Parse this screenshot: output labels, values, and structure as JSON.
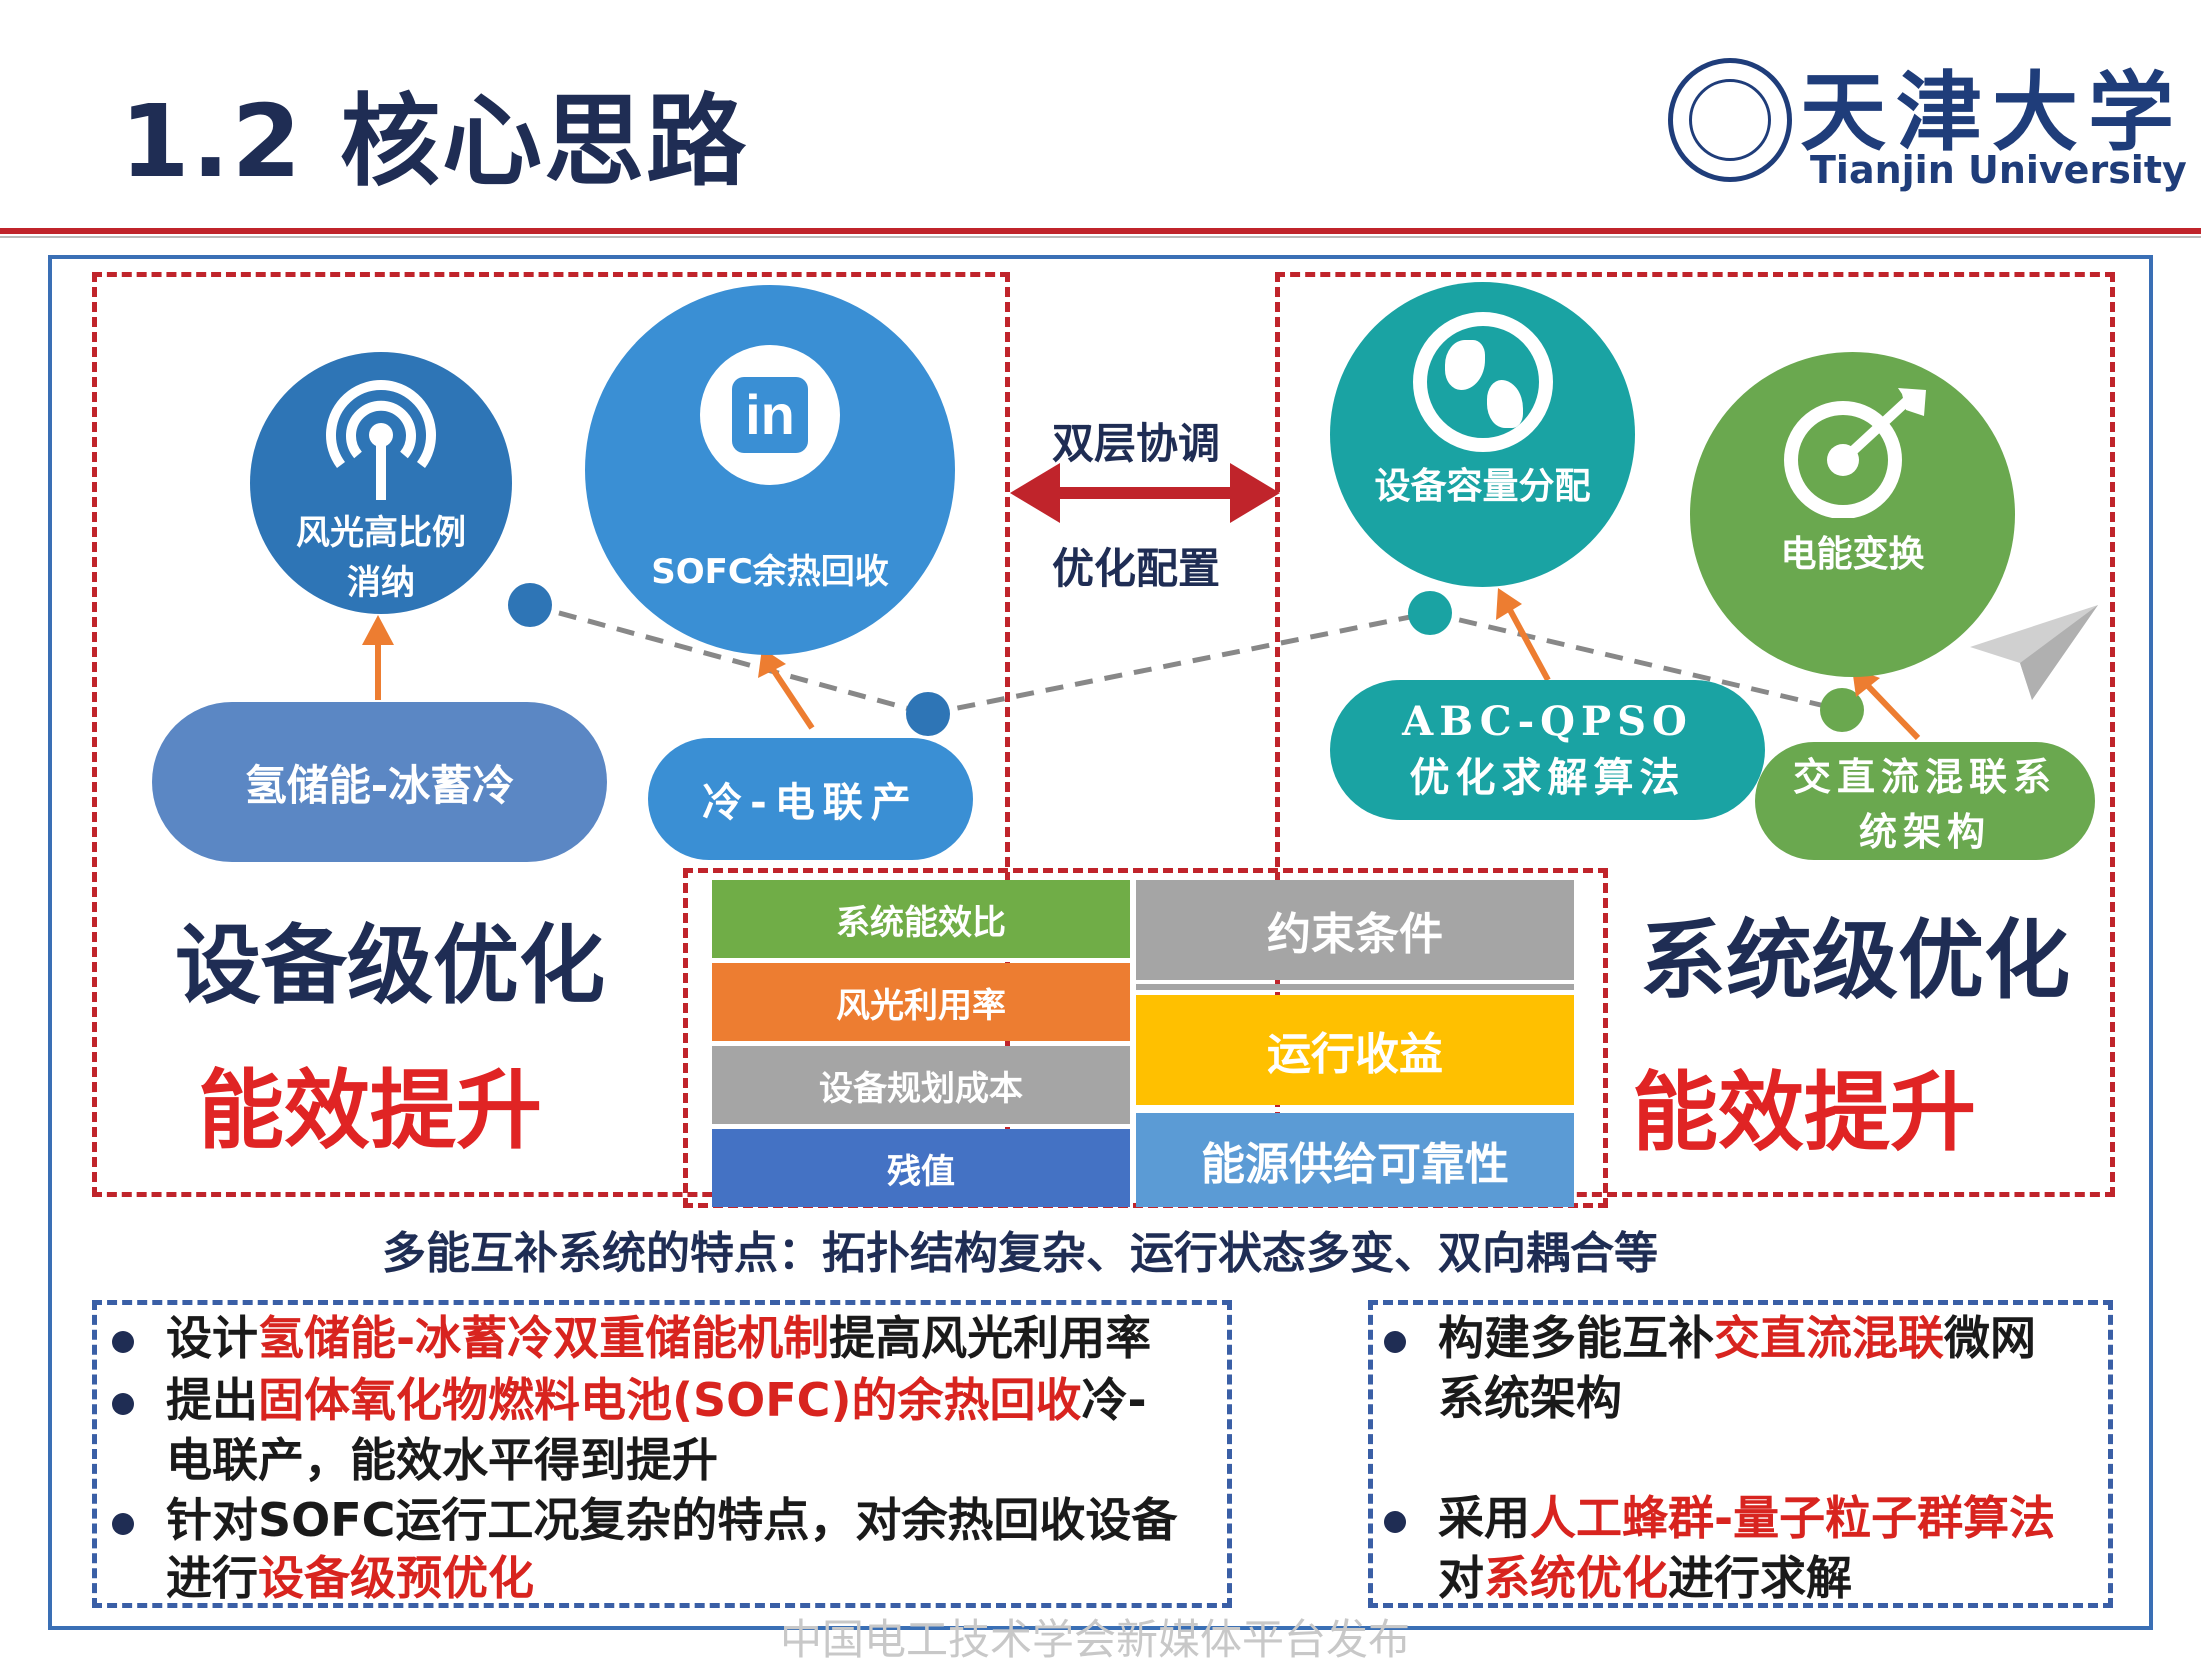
{
  "header": {
    "title": "1.2 核心思路",
    "logo_cn": "天津大学",
    "logo_en": "Tianjin University"
  },
  "left_panel": {
    "circle_wind": "风光高比例",
    "circle_wind_2": "消纳",
    "circle_sofc": "SOFC余热回收",
    "pill_storage": "氢储能-冰蓄冷",
    "pill_chp": "冷-电联产",
    "level_title": "设备级优化",
    "efficiency": "能效提升"
  },
  "center_arrow": {
    "top_label": "双层协调",
    "bottom_label": "优化配置"
  },
  "right_panel": {
    "circle_capacity": "设备容量分配",
    "circle_power": "电能变换",
    "pill_algo_1": "ABC-QPSO",
    "pill_algo_2": "优化求解算法",
    "pill_arch_1": "交直流混联系",
    "pill_arch_2": "统架构",
    "level_title": "系统级优化",
    "efficiency": "能效提升"
  },
  "objectives": {
    "left": [
      "系统能效比",
      "风光利用率",
      "设备规划成本",
      "残值"
    ],
    "right": [
      "约束条件",
      "运行收益",
      "能源供给可靠性"
    ]
  },
  "features_line": "多能互补系统的特点：拓扑结构复杂、运行状态多变、双向耦合等",
  "bullets_left": {
    "b1_a": "设计",
    "b1_b": "氢储能-冰蓄冷双重储能机制",
    "b1_c": "提高风光利用率",
    "b2_a": "提出",
    "b2_b": "固体氧化物燃料电池(SOFC)的余热回收",
    "b2_c": "冷-",
    "b2_d": "电联产，能效水平得到提升",
    "b3_a": "针对SOFC运行工况复杂的特点，对余热回收设备",
    "b3_b": "进行",
    "b3_c": "设备级预优化"
  },
  "bullets_right": {
    "b1_a": "构建多能互补",
    "b1_b": "交直流混联",
    "b1_c": "微网",
    "b1_d": "系统架构",
    "b2_a": "采用",
    "b2_b": "人工蜂群-量子粒子群算法",
    "b2_c": "对",
    "b2_d": "系统优化",
    "b2_e": "进行求解"
  },
  "watermark": "中国电工技术学会新媒体平台发布",
  "colors": {
    "navy": "#1f2d54",
    "red": "#c0242b",
    "green_cell": "#70ad47",
    "orange_cell": "#ed7d31",
    "gray_cell": "#a5a5a5",
    "blue_cell": "#4472c4",
    "yellow_cell": "#ffc000",
    "lightblue_cell": "#5b9bd5"
  },
  "icons": [
    "wifi-signal-icon",
    "linkedin-icon",
    "globe-icon",
    "target-icon",
    "paper-plane-icon"
  ]
}
